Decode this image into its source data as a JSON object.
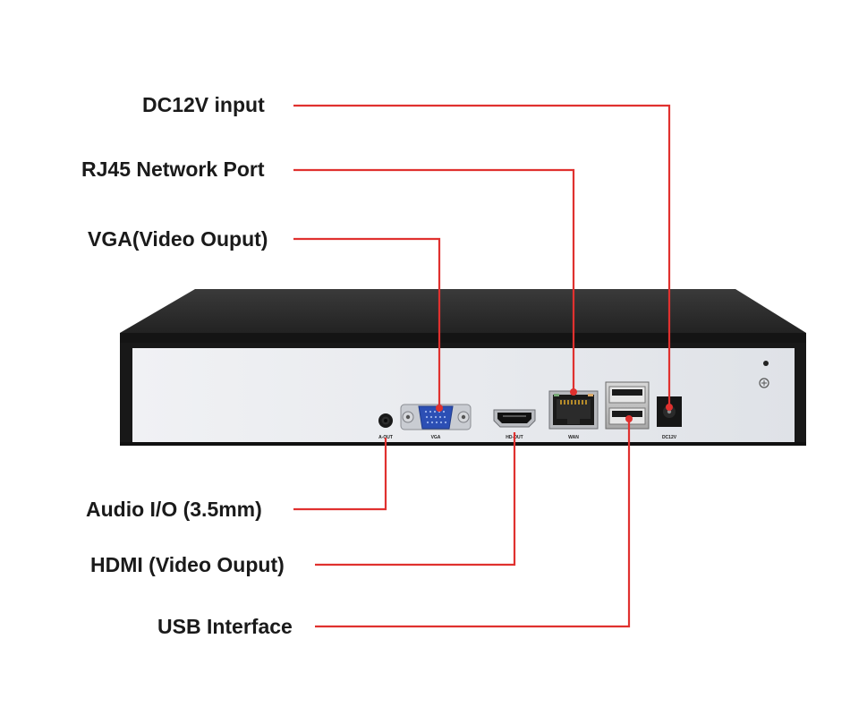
{
  "callouts": [
    {
      "id": "dc12v",
      "label": "DC12V input",
      "icon": "power-jack-icon"
    },
    {
      "id": "rj45",
      "label": "RJ45 Network Port",
      "icon": "ethernet-port-icon"
    },
    {
      "id": "vga",
      "label": "VGA(Video Ouput)",
      "icon": "vga-port-icon"
    },
    {
      "id": "audio",
      "label": "Audio I/O (3.5mm)",
      "icon": "audio-jack-icon"
    },
    {
      "id": "hdmi",
      "label": "HDMI (Video Ouput)",
      "icon": "hdmi-port-icon"
    },
    {
      "id": "usb",
      "label": "USB Interface",
      "icon": "usb-port-icon"
    }
  ],
  "device": {
    "port_tags": {
      "aout": "A-OUT",
      "vga": "VGA",
      "hdmi": "HD-OUT",
      "wan": "WAN",
      "dc": "DC12V"
    }
  },
  "colors": {
    "leader_line": "#e0312f",
    "label_text": "#1a1a1a",
    "chassis_top": "#262626",
    "rear_panel": "#e9ebef",
    "vga_connector": "#2c4fb4"
  }
}
